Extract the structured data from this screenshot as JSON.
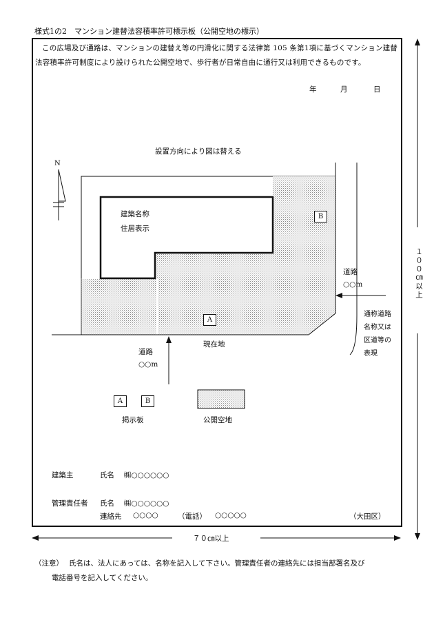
{
  "header": {
    "title": "様式1の2　マンション建替法容積率許可標示板（公開空地の標示）"
  },
  "intro": "この広場及び通路は、マンションの建替え等の円滑化に関する法律第 105 条第1項に基づくマンション建替法容積率許可制度により設けられた公開空地で、歩行者が日常自由に通行又は利用できるものです。",
  "date": {
    "year": "年",
    "month": "月",
    "day": "日"
  },
  "diagram": {
    "direction_note": "設置方向により図は替える",
    "north": "N",
    "building_name": "建築名称",
    "address": "住居表示",
    "marker_a": "A",
    "marker_b": "B",
    "road_right_label": "道路",
    "road_right_width": "○○m",
    "road_bottom_label": "道路",
    "road_bottom_width": "○○m",
    "current_location": "現在地",
    "road_name_note": [
      "通称道路",
      "名称又は",
      "区道等の",
      "表現"
    ]
  },
  "legend": {
    "marker_a": "A",
    "marker_b": "B",
    "sign_label": "掲示板",
    "open_space_label": "公開空地"
  },
  "owner": {
    "role": "建築主",
    "name_label": "氏名",
    "name_value": "㈱○○○○○○"
  },
  "manager": {
    "role": "管理責任者",
    "name_label": "氏名",
    "name_value": "㈱○○○○○○",
    "contact_label": "連絡先",
    "contact_value": "○○○○",
    "phone_label": "（電話）",
    "phone_value": "○○○○○",
    "ward": "（大田区）"
  },
  "dimensions": {
    "width": "７０㎝以上",
    "height": "１００㎝以上"
  },
  "footer": {
    "label": "（注意）",
    "line1": "氏名は、法人にあっては、名称を記入して下さい。管理責任者の連絡先には担当部署名及び",
    "line2": "電話番号を記入してください。"
  }
}
